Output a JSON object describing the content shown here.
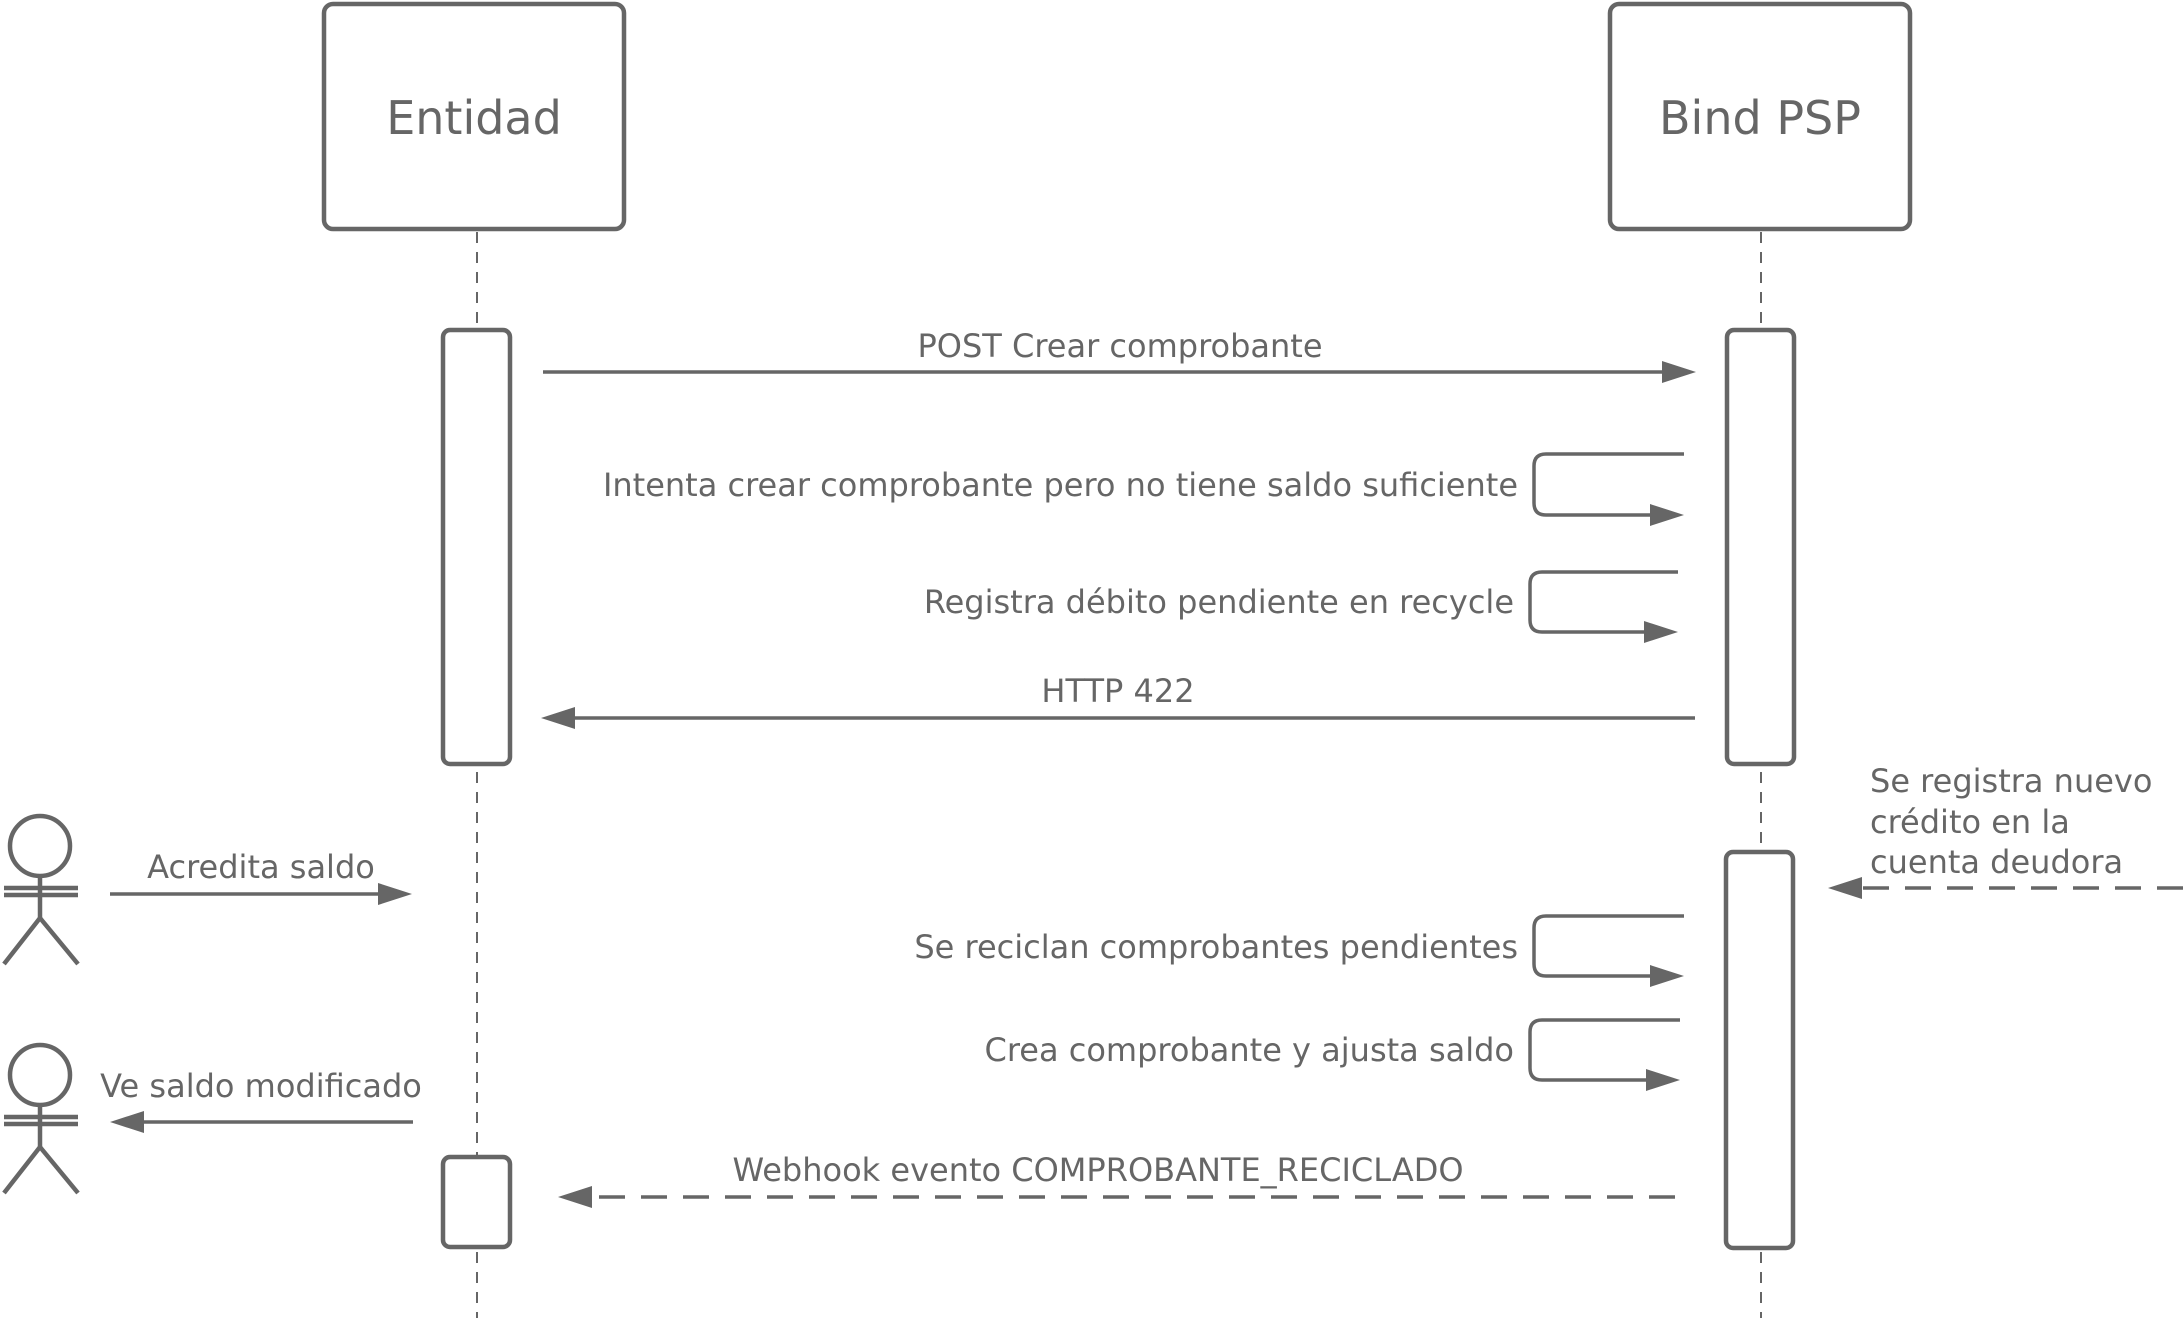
{
  "participants": {
    "entidad": "Entidad",
    "bind": "Bind PSP"
  },
  "messages": {
    "post_crear": "POST Crear comprobante",
    "intenta_crear": "Intenta crear comprobante pero no tiene saldo suficiente",
    "registra_debito": "Registra débito pendiente en recycle",
    "http_422": "HTTP 422",
    "acredita_saldo": "Acredita saldo",
    "se_registra": [
      "Se registra nuevo",
      "crédito en la",
      "cuenta deudora"
    ],
    "se_reciclan": "Se reciclan comprobantes pendientes",
    "crea_comprobante": "Crea comprobante y ajusta saldo",
    "ve_saldo": "Ve saldo modificado",
    "webhook": "Webhook evento COMPROBANTE_RECICLADO"
  },
  "colors": {
    "stroke": "#666666",
    "text": "#666666",
    "background": "#ffffff"
  }
}
